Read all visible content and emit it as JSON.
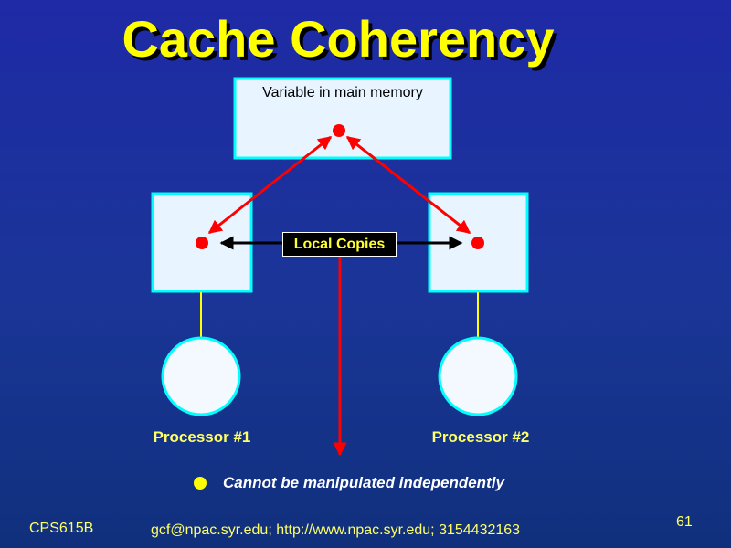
{
  "slide": {
    "title": "Cache Coherency"
  },
  "diagram": {
    "memory_label": "Variable in main memory",
    "local_copies_label": "Local Copies",
    "processors": [
      "Processor #1",
      "Processor #2"
    ],
    "colors": {
      "box_fill": "#e8f4ff",
      "box_border": "#00ffff",
      "dot": "#ff0000",
      "arrow_red": "#ff0000",
      "arrow_black": "#000000",
      "connector": "#ffff00",
      "text_yellow": "#ffff66"
    }
  },
  "bullet": {
    "text": "Cannot be manipulated independently"
  },
  "footer": {
    "left": "CPS615B",
    "center": "gcf@npac.syr.edu; http://www.npac.syr.edu; 3154432163",
    "page_number": "61"
  }
}
